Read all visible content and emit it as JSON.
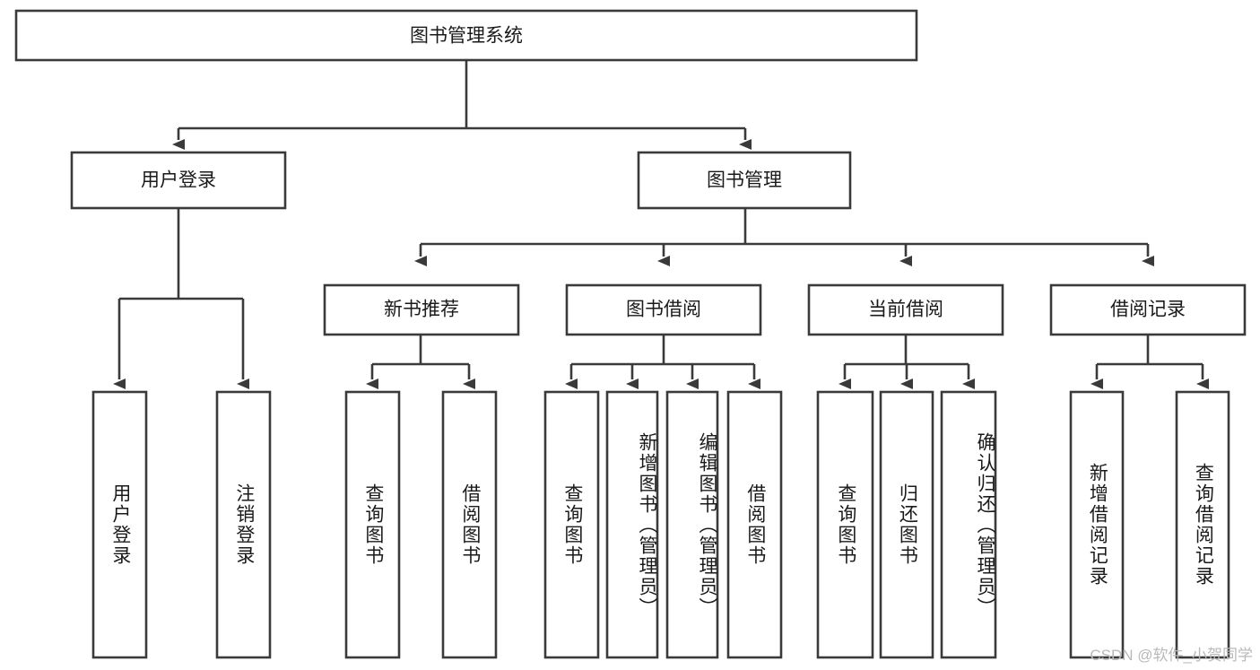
{
  "diagram": {
    "type": "tree",
    "title": "图书管理系统",
    "orientation": "top-down",
    "colors": {
      "box_stroke": "#3a3a3a",
      "box_fill": "#ffffff",
      "connector": "#3a3a3a",
      "text": "#1a1a1a",
      "watermark": "#b9b9b9",
      "background": "#ffffff"
    },
    "root": {
      "label": "图书管理系统",
      "orientation": "horizontal"
    },
    "level2": [
      {
        "label": "用户登录",
        "orientation": "horizontal"
      },
      {
        "label": "图书管理",
        "orientation": "horizontal"
      }
    ],
    "level3": [
      {
        "label": "新书推荐",
        "orientation": "horizontal"
      },
      {
        "label": "图书借阅",
        "orientation": "horizontal"
      },
      {
        "label": "当前借阅",
        "orientation": "horizontal"
      },
      {
        "label": "借阅记录",
        "orientation": "horizontal"
      }
    ],
    "groups": [
      {
        "parent": "用户登录",
        "leaves": [
          {
            "label": "用户登录",
            "orientation": "vertical"
          },
          {
            "label": "注销登录",
            "orientation": "vertical"
          }
        ]
      },
      {
        "parent": "新书推荐",
        "leaves": [
          {
            "label": "查询图书",
            "orientation": "vertical"
          },
          {
            "label": "借阅图书",
            "orientation": "vertical"
          }
        ]
      },
      {
        "parent": "图书借阅",
        "leaves": [
          {
            "label": "查询图书",
            "orientation": "vertical"
          },
          {
            "label": "新增图书（管理员）",
            "orientation": "vertical"
          },
          {
            "label": "编辑图书（管理员）",
            "orientation": "vertical"
          },
          {
            "label": "借阅图书",
            "orientation": "vertical"
          }
        ]
      },
      {
        "parent": "当前借阅",
        "leaves": [
          {
            "label": "查询图书",
            "orientation": "vertical"
          },
          {
            "label": "归还图书",
            "orientation": "vertical"
          },
          {
            "label": "确认归还（管理员）",
            "orientation": "vertical"
          }
        ]
      },
      {
        "parent": "借阅记录",
        "leaves": [
          {
            "label": "新增借阅记录",
            "orientation": "vertical"
          },
          {
            "label": "查询借阅记录",
            "orientation": "vertical"
          }
        ]
      }
    ]
  },
  "watermark": {
    "text": "CSDN @软件_小贺同学"
  }
}
